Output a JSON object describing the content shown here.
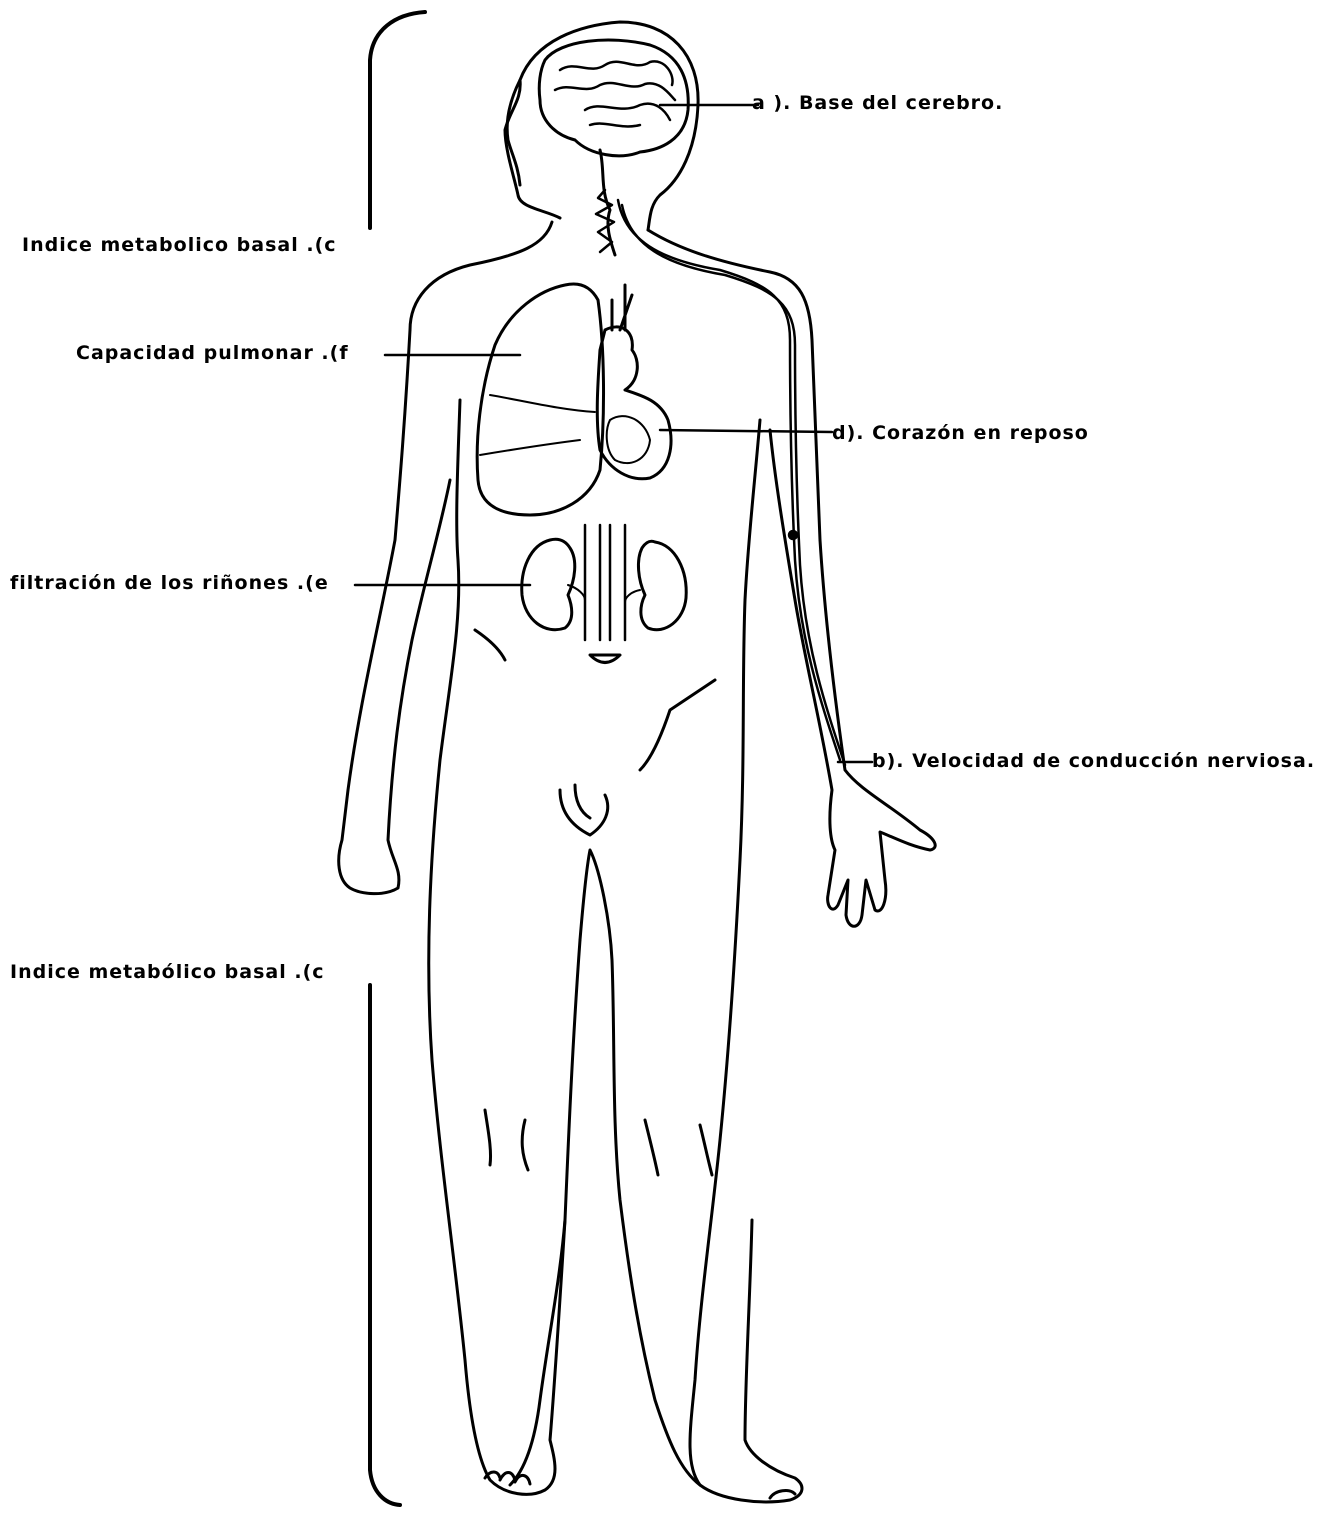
{
  "labels": {
    "a": "a ). Base del cerebro.",
    "b": "b). Velocidad de conducción nerviosa.",
    "c_upper": "Indice metabolico basal .(c",
    "c_lower": "Indice metabólico basal .(c",
    "d": "d). Corazón en reposo",
    "e": "filtración de los riñones .(e",
    "f": "Capacidad pulmonar .(f"
  },
  "colors": {
    "ink": "#000000",
    "background": "#ffffff",
    "organ_fill": "#555555"
  }
}
